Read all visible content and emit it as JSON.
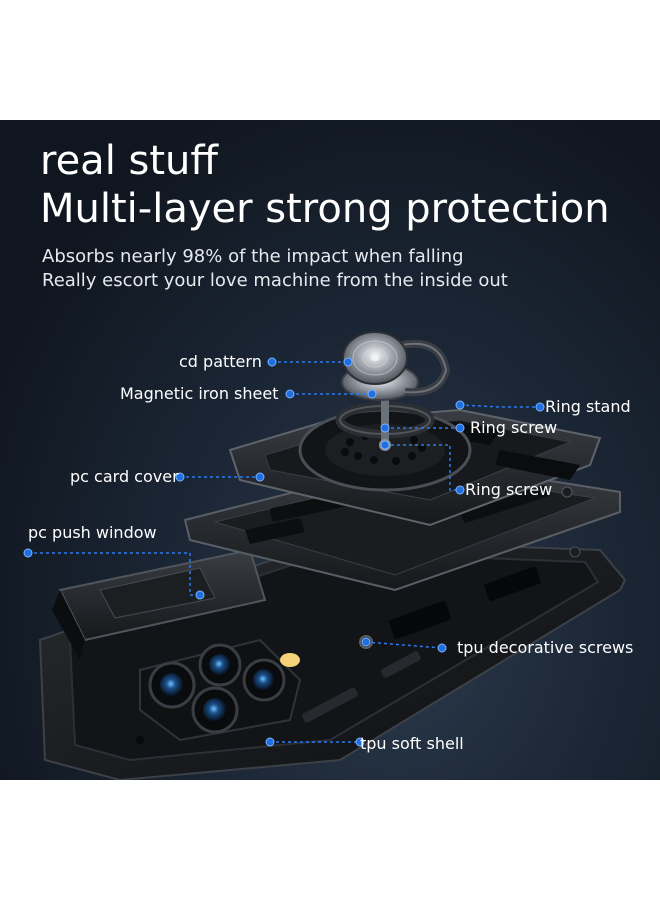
{
  "headline": {
    "line1": "real stuff",
    "line2": "Multi-layer strong protection"
  },
  "subtitle": {
    "line1": "Absorbs nearly 98% of the impact when falling",
    "line2": "Really escort your love machine from the inside out"
  },
  "callouts": {
    "cd_pattern": "cd pattern",
    "magnetic_iron_sheet": "Magnetic iron sheet",
    "ring_stand": "Ring stand",
    "ring_screw_1": "Ring screw",
    "pc_card_cover": "pc card cover",
    "ring_screw_2": "Ring screw",
    "pc_push_window": "pc push window",
    "tpu_decorative_screws": "tpu decorative screws",
    "tpu_soft_shell": "tpu soft shell"
  },
  "colors": {
    "background_dark": "#151e2a",
    "callout_dot": "#1e6fe0",
    "callout_line": "#2a7cf0",
    "text": "#ffffff"
  }
}
